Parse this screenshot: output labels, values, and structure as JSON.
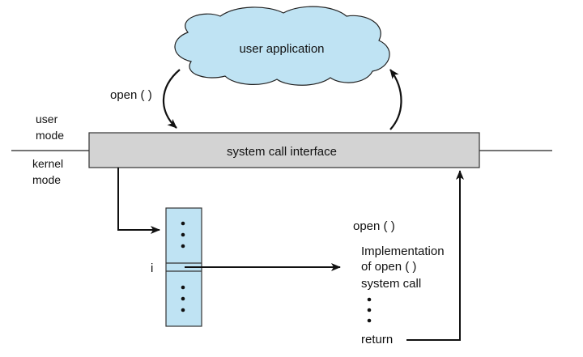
{
  "cloud": {
    "label": "user application"
  },
  "call_label": "open ( )",
  "user_mode": {
    "line1": "user",
    "line2": "mode"
  },
  "kernel_mode": {
    "line1": "kernel",
    "line2": "mode"
  },
  "interface": {
    "label": "system call interface"
  },
  "table": {
    "index_label": "i"
  },
  "implementation": {
    "title": "open ( )",
    "line1": "Implementation",
    "line2": "of open ( )",
    "line3": "system call",
    "return_label": "return"
  },
  "colors": {
    "cloud_fill": "#bfe3f3",
    "table_fill": "#bfe3f3",
    "bar_fill": "#d3d3d3",
    "stroke": "#111111"
  }
}
